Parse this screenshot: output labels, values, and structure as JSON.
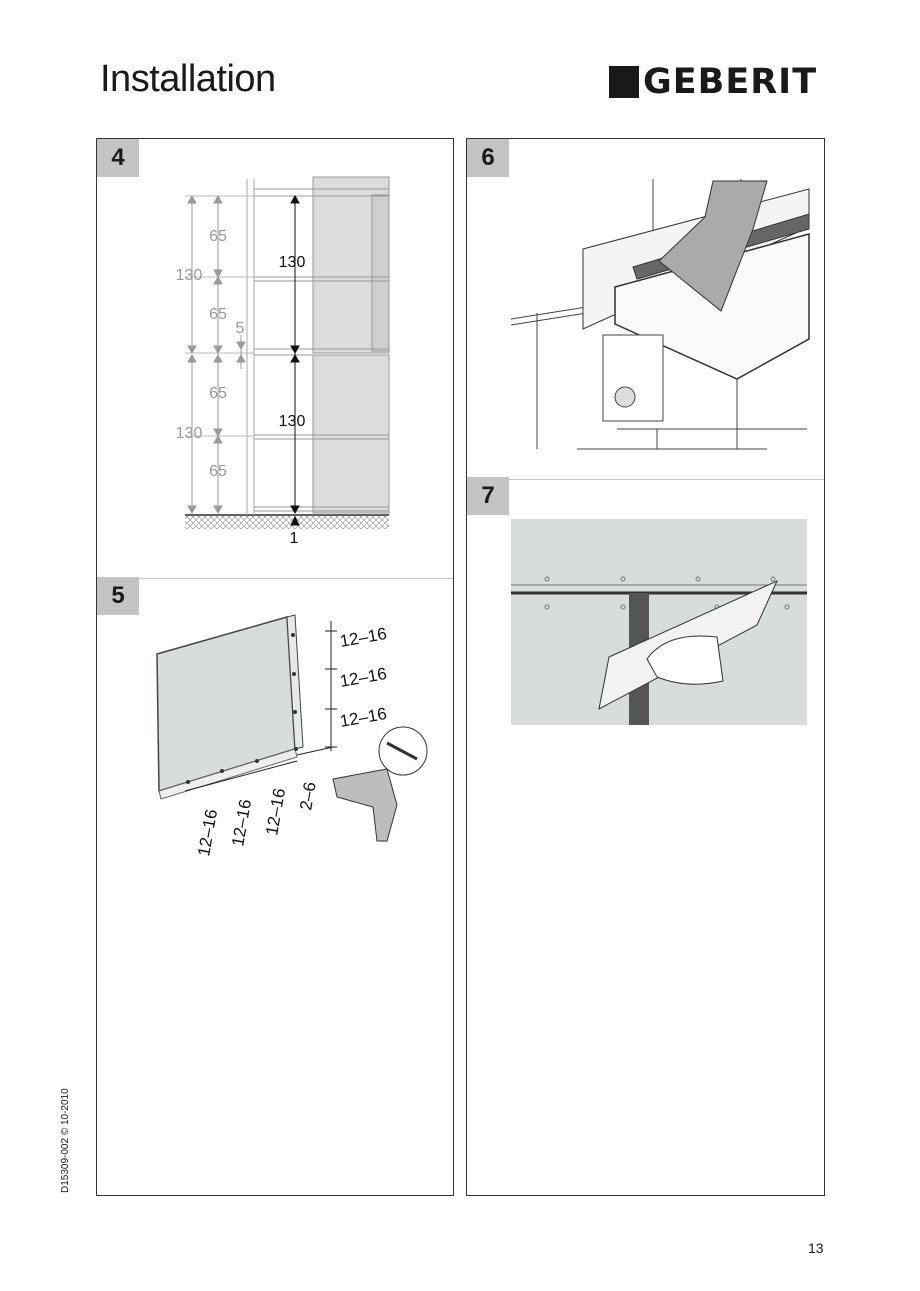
{
  "header": {
    "title": "Installation",
    "brand": "GEBERIT"
  },
  "steps": {
    "s4": "4",
    "s5": "5",
    "s6": "6",
    "s7": "7"
  },
  "step4": {
    "outer_left": [
      "130",
      "130"
    ],
    "inner_left": [
      "65",
      "65",
      "65",
      "65"
    ],
    "gap": "5",
    "right": [
      "130",
      "130"
    ],
    "bottom": "1"
  },
  "step5": {
    "vertical": [
      "12–16",
      "12–16",
      "12–16"
    ],
    "horizontal": [
      "12–16",
      "12–16",
      "12–16"
    ],
    "edge": "2–6"
  },
  "footer": {
    "doc_ref": "D15309-002 © 10-2010",
    "page_number": "13"
  },
  "colors": {
    "panel_grey": "#dcdcdc",
    "board_grey": "#d8dcdc",
    "dim_grey": "#9a9a9a",
    "step_label_bg": "#c4c4c4"
  }
}
